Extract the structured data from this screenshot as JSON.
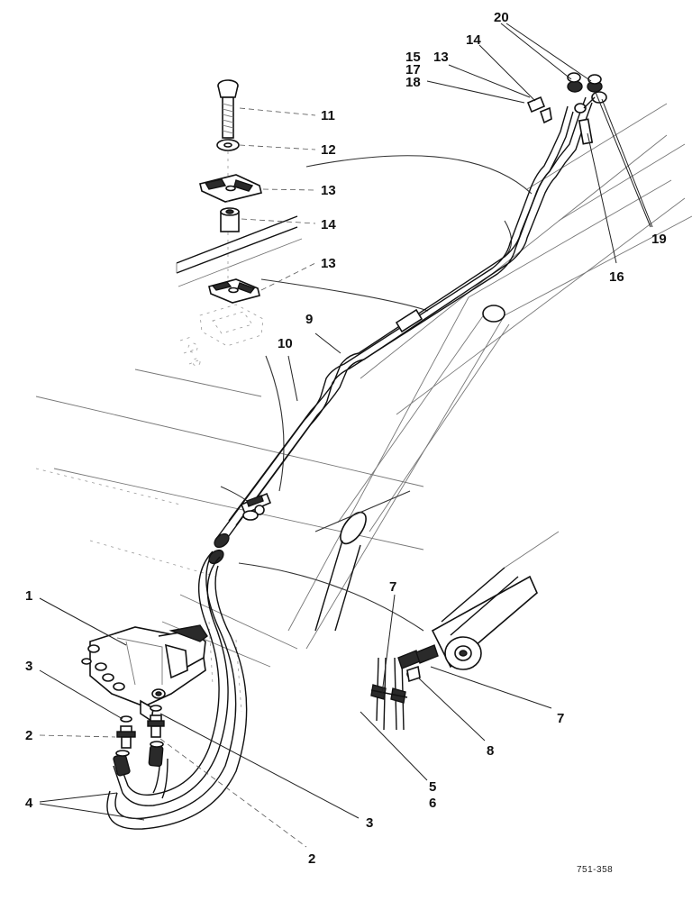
{
  "callouts": {
    "c1": "1",
    "c2a": "2",
    "c2b": "2",
    "c3a": "3",
    "c3b": "3",
    "c4": "4",
    "c5": "5",
    "c6": "6",
    "c7a": "7",
    "c7b": "7",
    "c8": "8",
    "c9": "9",
    "c10": "10",
    "c11": "11",
    "c12": "12",
    "c13a": "13",
    "c13b": "13",
    "c13c": "13",
    "c14a": "14",
    "c14b": "14",
    "c15": "15",
    "c16": "16",
    "c17": "17",
    "c18": "18",
    "c19": "19",
    "c20": "20"
  },
  "drawing_ref": "751-358"
}
